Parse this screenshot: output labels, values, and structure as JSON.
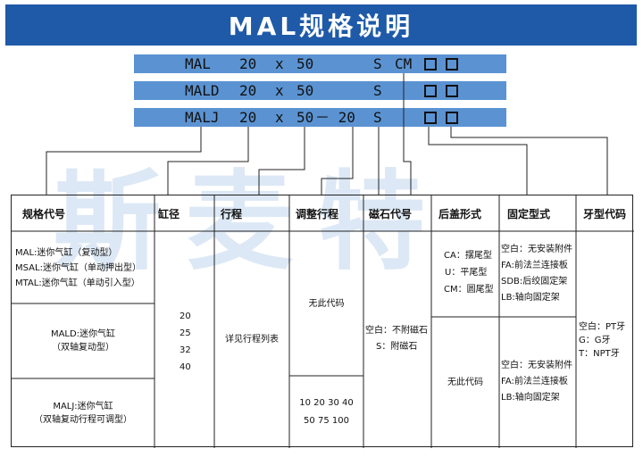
{
  "title": "MAL规格说明",
  "watermark": "斯麦特",
  "codes": {
    "row1": {
      "model": "MAL",
      "bore": "20",
      "x": "x",
      "stroke": "50",
      "adjust": "",
      "magnet": "S",
      "cover": "CM"
    },
    "row2": {
      "model": "MALD",
      "bore": "20",
      "x": "x",
      "stroke": "50",
      "adjust": "",
      "magnet": "S",
      "cover": ""
    },
    "row3": {
      "model": "MALJ",
      "bore": "20",
      "x": "x",
      "stroke": "50",
      "adjust": "－ 20",
      "magnet": "S",
      "cover": ""
    }
  },
  "headers": [
    "规格代号",
    "缸径",
    "行程",
    "调整行程",
    "磁石代号",
    "后盖形式",
    "固定型式",
    "牙型代码"
  ],
  "spec": {
    "mal": [
      "MAL:迷你气缸（复动型）",
      "MSAL:迷你气缸（单动押出型）",
      "MTAL:迷你气缸（单动引入型）"
    ],
    "mald": [
      "MALD:迷你气缸",
      "（双轴复动型）"
    ],
    "malj": [
      "MALJ:迷你气缸",
      "（双轴复动行程可调型）"
    ]
  },
  "bore_values": [
    "20",
    "25",
    "32",
    "40"
  ],
  "stroke_text": "详见行程列表",
  "adjust": {
    "none": "无此代码",
    "values": [
      "10 20 30 40",
      "50 75 100"
    ]
  },
  "magnet": [
    "空白：不附磁石",
    "S：附磁石"
  ],
  "cover": {
    "types": [
      "CA：摆尾型",
      "U：平尾型",
      "CM：圆尾型"
    ],
    "none": "无此代码"
  },
  "fixing": {
    "top": [
      "空白：无安装附件",
      "FA:前法兰连接板",
      "SDB:后绞固定架",
      "LB:轴向固定架"
    ],
    "bottom": [
      "空白：无安装附件",
      "FA:前法兰连接板",
      "LB:轴向固定架"
    ]
  },
  "thread": [
    "空白：PT牙",
    "G：G牙",
    "T：NPT牙"
  ]
}
